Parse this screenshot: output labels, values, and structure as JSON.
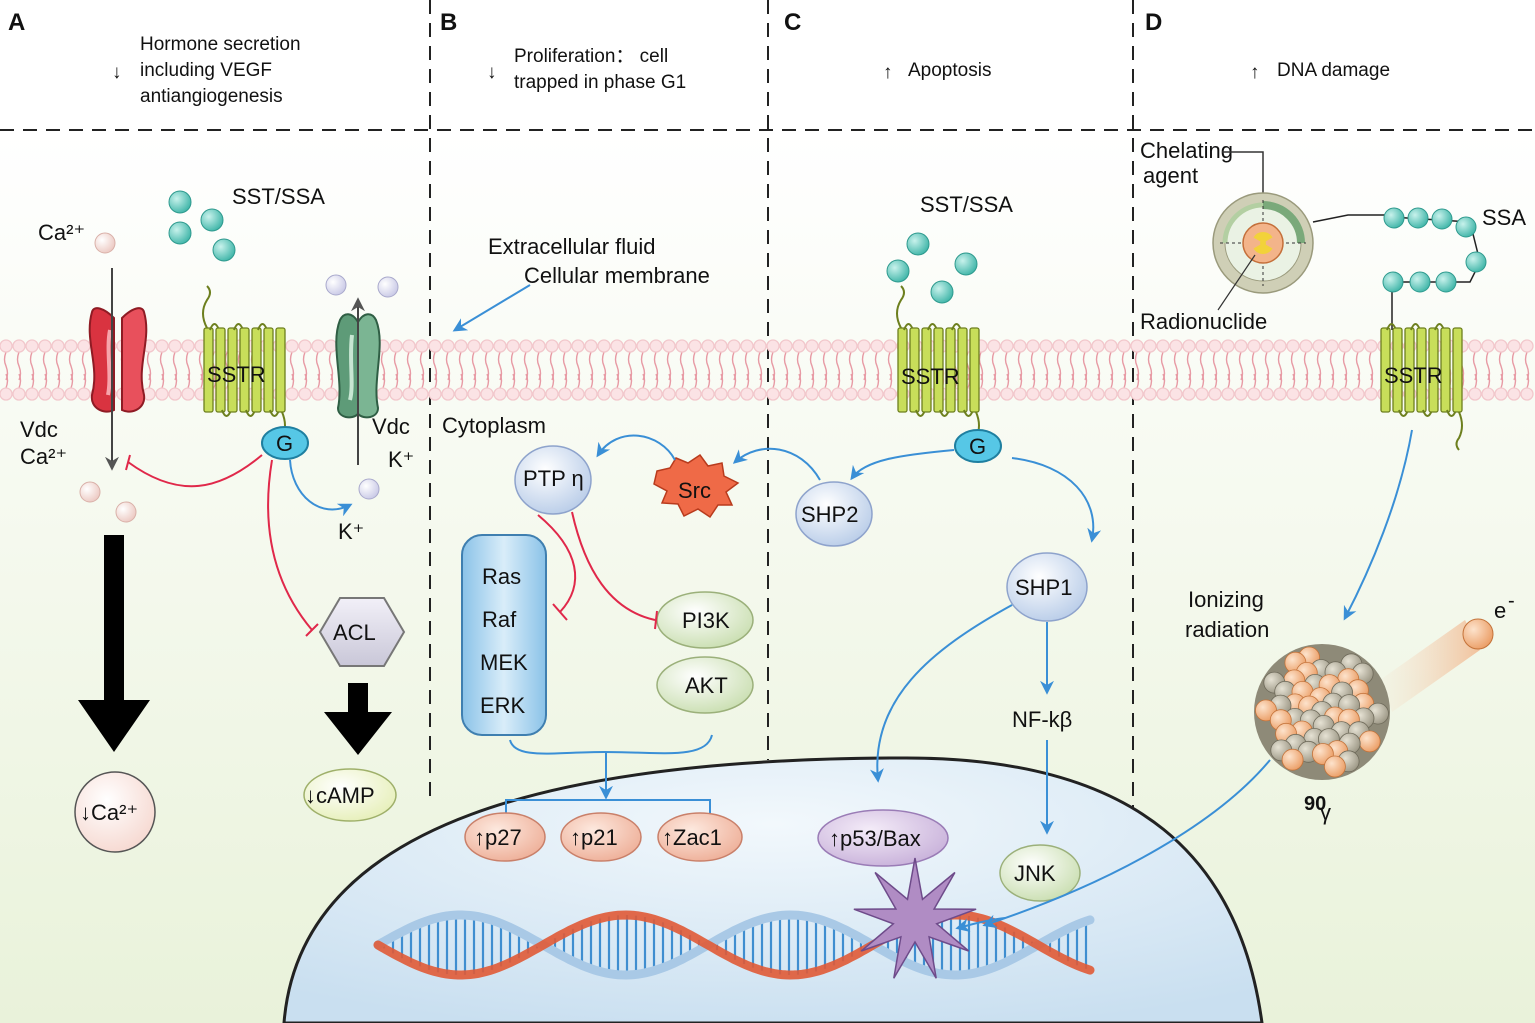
{
  "colors": {
    "membrane_head": "#f2c8cc",
    "membrane_tail": "#e79aa4",
    "receptor": "#c8de5a",
    "ligand": "#5cc9bd",
    "g_protein": "#56c7e6",
    "ca_channel": "#d93340",
    "k_channel": "#5e9b78",
    "inhibit_line": "#e0284a",
    "activate_line": "#3a8fd6",
    "nucleus": "#dcebf5",
    "dna_red": "#e05a36",
    "dna_blue": "#4a9ad6",
    "damage_star": "#b08cc4"
  },
  "panels": {
    "a": {
      "letter": "A",
      "arrow": "↓",
      "header_lines": [
        "Hormone secretion",
        "including VEGF",
        "antiangiogenesis"
      ]
    },
    "b": {
      "letter": "B",
      "arrow": "↓",
      "header_lines": [
        "Proliferation： cell",
        "trapped in phase G1"
      ]
    },
    "c": {
      "letter": "C",
      "arrow": "↑",
      "header_lines": [
        "Apoptosis"
      ]
    },
    "d": {
      "letter": "D",
      "arrow": "↑",
      "header_lines": [
        "DNA damage"
      ]
    }
  },
  "labels": {
    "ca_top": "Ca²⁺",
    "sst_ssa_a": "SST/SSA",
    "sstr": "SSTR",
    "g": "G",
    "vdc_ca_1": "Vdc",
    "vdc_ca_2": "Ca²⁺",
    "vdc_k_1": "Vdc",
    "vdc_k_2": "K⁺",
    "k_plus": "K⁺",
    "acl": "ACL",
    "down_ca": "↓Ca²⁺",
    "down_camp": "↓cAMP",
    "extracellular_fluid": "Extracellular fluid",
    "cellular_membrane": "Cellular membrane",
    "cytoplasm": "Cytoplasm",
    "ptp": "PTP η",
    "src": "Src",
    "shp2": "SHP2",
    "ras": "Ras",
    "raf": "Raf",
    "mek": "MEK",
    "erk": "ERK",
    "pi3k": "PI3K",
    "akt": "AKT",
    "p27": "↑p27",
    "p21": "↑p21",
    "zac1": "↑Zac1",
    "sst_ssa_c": "SST/SSA",
    "shp1": "SHP1",
    "nfkb": "NF-kβ",
    "jnk": "JNK",
    "p53bax": "↑p53/Bax",
    "chelating_1": "Chelating",
    "chelating_2": "agent",
    "radionuclide": "Radionuclide",
    "ssa_d": "SSA",
    "ionizing_1": "Ionizing",
    "ionizing_2": "radiation",
    "electron": "e",
    "electron_sup": "-",
    "isotope_sup": "90",
    "isotope_sym": "γ"
  }
}
